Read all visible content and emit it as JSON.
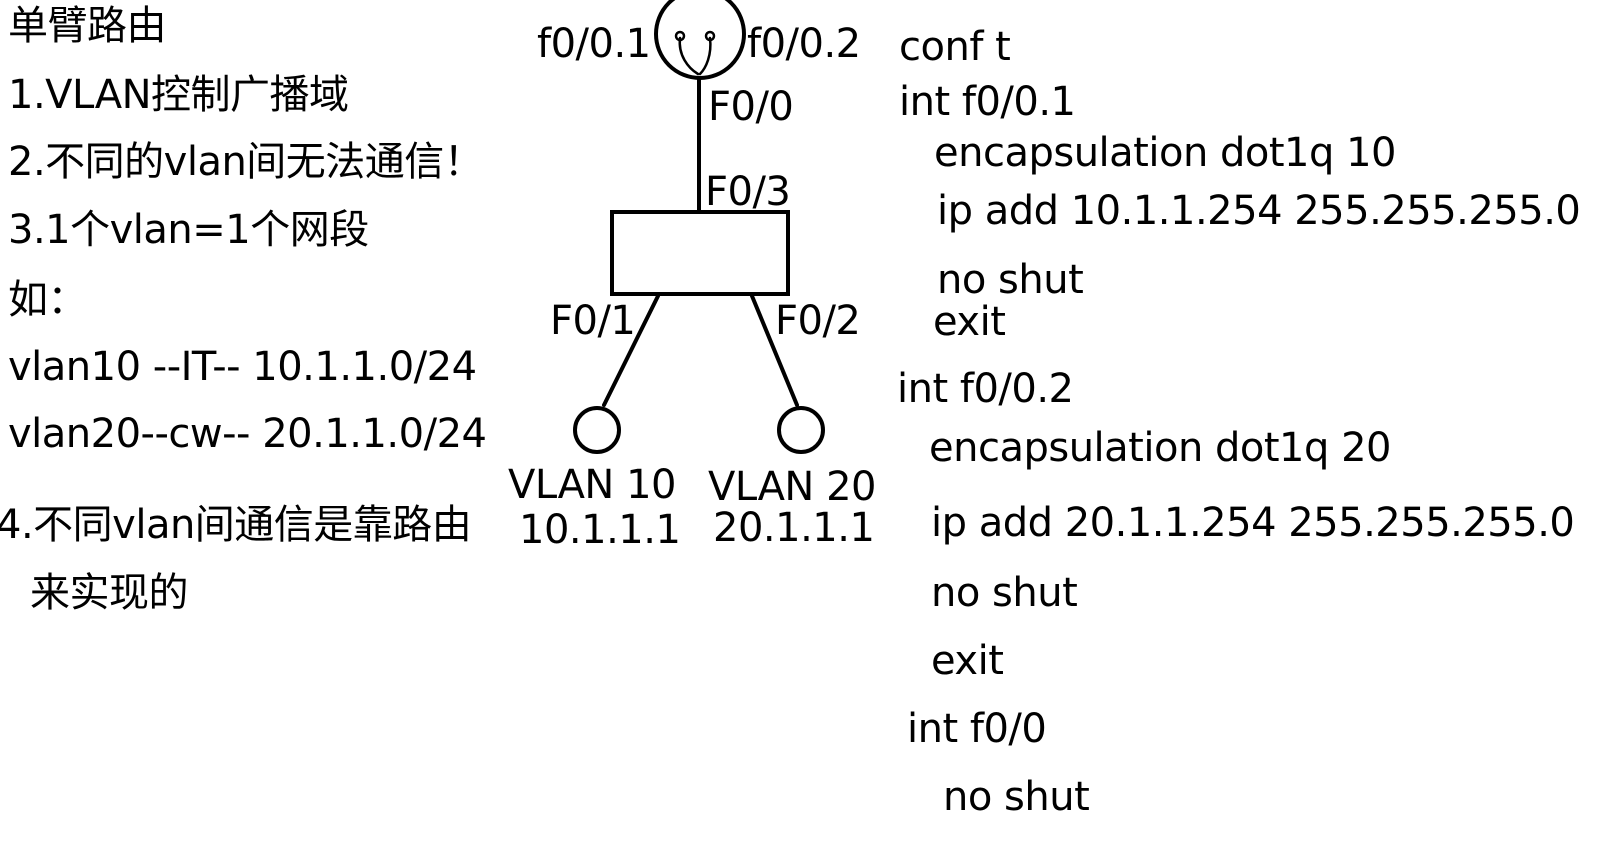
{
  "notes": {
    "title": "单臂路由",
    "point1": "1.VLAN控制广播域",
    "point2": "2.不同的vlan间无法通信！",
    "point3": "3.1个vlan=1个网段",
    "example_label": "如：",
    "example1": "vlan10 --IT-- 10.1.1.0/24",
    "example2": "vlan20--cw-- 20.1.1.0/24",
    "point4_line1": "4.不同vlan间通信是靠路由",
    "point4_line2": "来实现的"
  },
  "topology": {
    "router_sub1": "f0/0.1",
    "router_sub2": "f0/0.2",
    "router_port": "F0/0",
    "switch_uplink": "F0/3",
    "switch_port1": "F0/1",
    "switch_port2": "F0/2",
    "host1_vlan": "VLAN 10",
    "host1_ip": "10.1.1.1",
    "host2_vlan": "VLAN 20",
    "host2_ip": "20.1.1.1"
  },
  "config": [
    "conf t",
    "int   f0/0.1",
    "encapsulation  dot1q  10",
    "ip add  10.1.1.254 255.255.255.0",
    "no shut",
    "exit",
    "int  f0/0.2",
    "encapsulation  dot1q  20",
    "ip add 20.1.1.254 255.255.255.0",
    "no shut",
    "exit",
    "int  f0/0",
    "no shut"
  ]
}
